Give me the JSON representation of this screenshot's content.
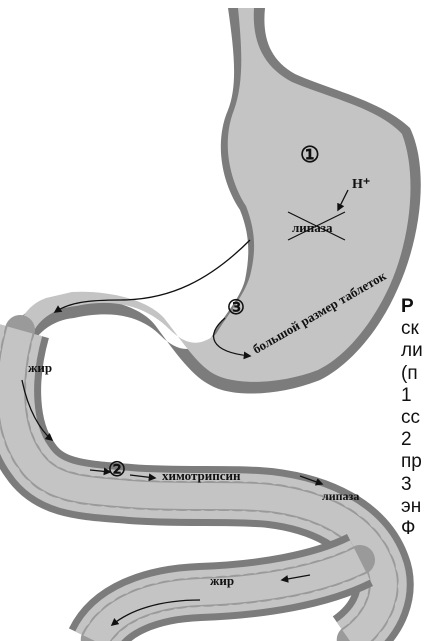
{
  "diagram": {
    "labels": {
      "num1": "①",
      "num2": "②",
      "num3": "③",
      "h_plus": "H⁺",
      "lipase_crossed": "липаза",
      "tablet_size": "большой размер таблеток",
      "fat_upper": "жир",
      "chymotrypsin": "химотрипсин",
      "lipase_intestine": "липаза",
      "fat_lower": "жир"
    },
    "colors": {
      "organ_fill": "#c4c4c4",
      "wall": "#7c7c7c",
      "ink": "#111111"
    }
  },
  "caption_lines": [
    "Р",
    "ск",
    "ли",
    "(п",
    "1",
    "сс",
    "2",
    "пр",
    "3",
    "эн",
    "Ф"
  ]
}
